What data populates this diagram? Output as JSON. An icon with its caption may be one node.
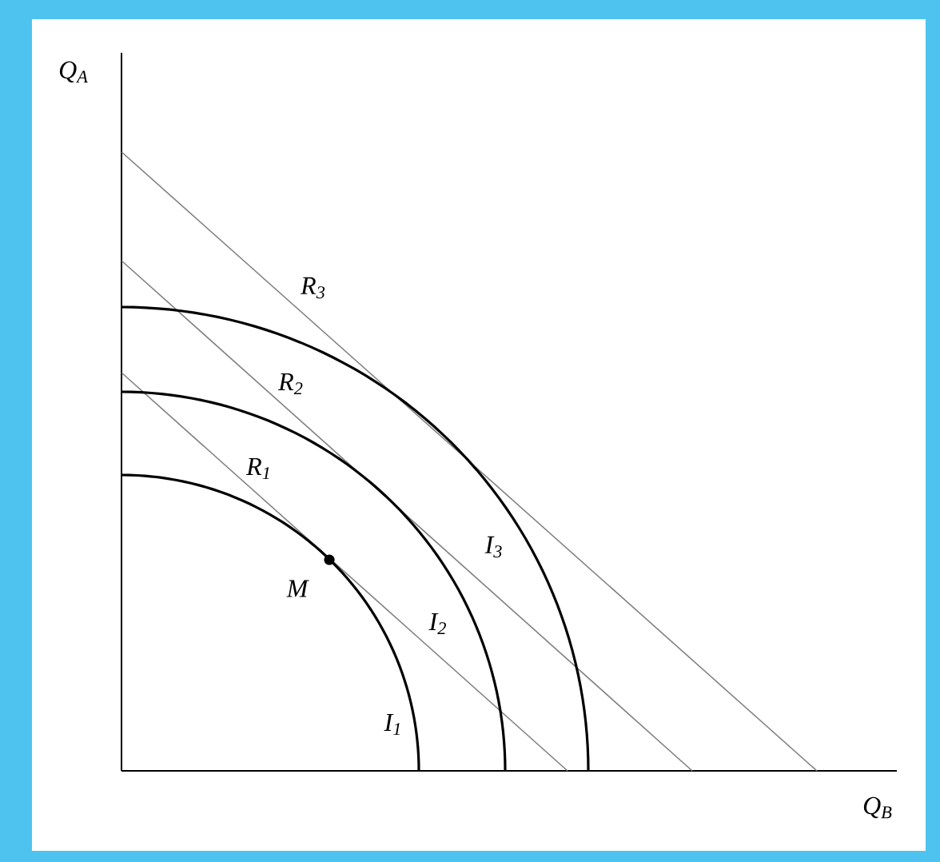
{
  "diagram": {
    "labels": [
      "Q$_{A}$",
      "R$_{3}$",
      "R$_{2}$",
      "R$_{1}$",
      "I$_{3}$",
      "M",
      "I$_{2}$",
      "I$_{1}$",
      "Q$_{B}$"
    ]
  }
}
